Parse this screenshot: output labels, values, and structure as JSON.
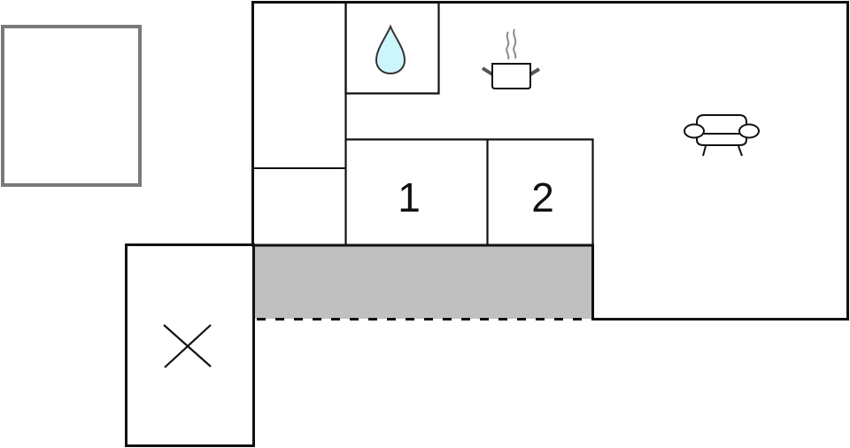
{
  "floorplan": {
    "colors": {
      "wall": "#111111",
      "annex_border": "#7a7a7a",
      "terrace_fill": "#c0c0c0",
      "water_fill": "#cdf6fc",
      "icon_outline": "#333333",
      "steam": "#8a8a8a",
      "background": "#ffffff"
    },
    "rooms": [
      {
        "id": "annex",
        "label": "",
        "type": "outbuilding"
      },
      {
        "id": "storage",
        "label": "",
        "type": "storage",
        "icon": "cross-icon"
      },
      {
        "id": "hall-upper",
        "label": "",
        "type": "hallway"
      },
      {
        "id": "hall-lower",
        "label": "",
        "type": "hallway"
      },
      {
        "id": "bathroom",
        "label": "",
        "type": "bathroom",
        "icon": "water-drop-icon"
      },
      {
        "id": "kitchen-living",
        "label": "",
        "type": "kitchen-living",
        "icons": [
          "cooking-pot-icon",
          "armchair-icon"
        ]
      },
      {
        "id": "bedroom-1",
        "label": "1",
        "type": "bedroom"
      },
      {
        "id": "bedroom-2",
        "label": "2",
        "type": "bedroom"
      },
      {
        "id": "terrace",
        "label": "",
        "type": "covered-terrace"
      }
    ],
    "bedroom_labels": {
      "one": "1",
      "two": "2"
    }
  }
}
